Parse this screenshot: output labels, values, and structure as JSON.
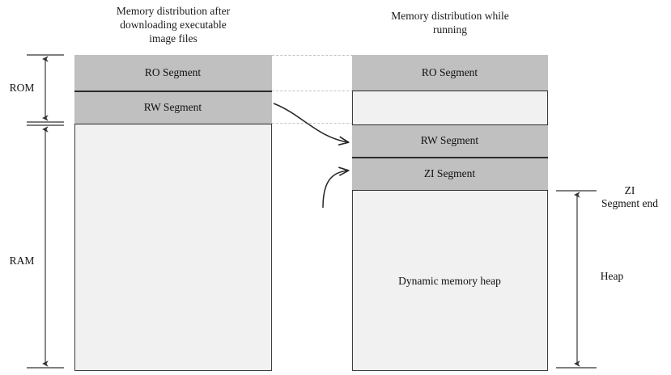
{
  "figure": {
    "type": "diagram",
    "subject": "ARM memory layout: image file segments vs. runtime memory distribution"
  },
  "panels": [
    {
      "id": "left",
      "title": "Memory distribution after\ndownloading executable\nimage files",
      "segments": [
        {
          "name": "RO Segment",
          "label": "RO Segment",
          "fill": "shaded"
        },
        {
          "name": "RW Segment",
          "label": "RW Segment",
          "fill": "shaded"
        },
        {
          "name": "free",
          "label": "",
          "fill": "light"
        }
      ]
    },
    {
      "id": "right",
      "title": "Memory distribution while\nrunning",
      "segments": [
        {
          "name": "RO Segment",
          "label": "RO Segment",
          "fill": "shaded"
        },
        {
          "name": "gap",
          "label": "",
          "fill": "light"
        },
        {
          "name": "RW Segment",
          "label": "RW Segment",
          "fill": "shaded"
        },
        {
          "name": "ZI Segment",
          "label": "ZI Segment",
          "fill": "shaded"
        },
        {
          "name": "Dynamic memory heap",
          "label": "Dynamic memory heap",
          "fill": "light"
        }
      ]
    }
  ],
  "dimensions": {
    "left": [
      {
        "name": "rom",
        "label": "ROM"
      },
      {
        "name": "ram",
        "label": "RAM"
      }
    ],
    "right": [
      {
        "name": "zi-segment-end",
        "label": "ZI\nSegment end"
      },
      {
        "name": "heap",
        "label": "Heap"
      }
    ]
  },
  "colors": {
    "segment_shaded": "#c0c0c0",
    "segment_light": "#f1f1f1",
    "box_border": "#3d3d3d",
    "guide_line": "#c3c3c3",
    "arrow": "#262626",
    "dimension_line": "#555555"
  }
}
